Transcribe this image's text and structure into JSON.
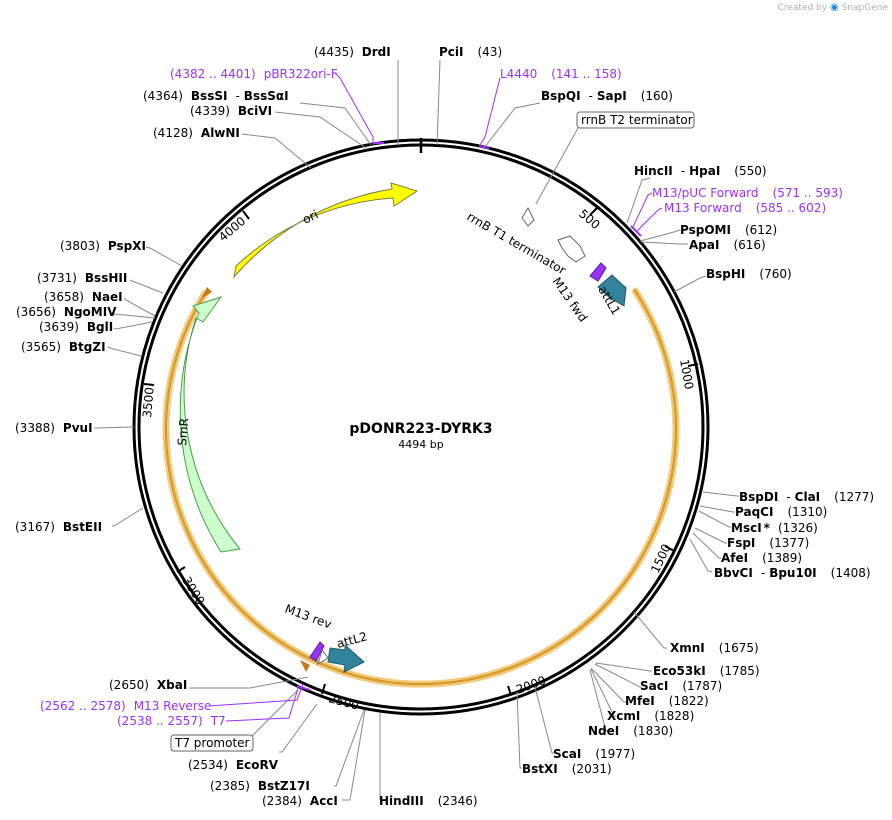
{
  "watermark": {
    "prefix": "Created by",
    "brand": "SnapGene"
  },
  "plasmid": {
    "name": "pDONR223-DYRK3",
    "size_label": "4494 bp",
    "length": 4494
  },
  "ticks": [
    "500",
    "1000",
    "1500",
    "2000",
    "2500",
    "3000",
    "3500",
    "4000"
  ],
  "colors": {
    "primer": "#9b30ff",
    "ori": "#ffff00",
    "smr": "#ccffcc",
    "att": "#31849b",
    "insert_halo": "#f5c97a",
    "insert_line": "#b8860b"
  },
  "features": {
    "ori": "ori",
    "smr": "SmR",
    "attL1": "attL1",
    "attL2": "attL2",
    "m13fwd": "M13 fwd",
    "m13rev": "M13 rev",
    "rrnbt1": "rrnB T1 terminator",
    "rrnbt2": "rrnB T2 terminator",
    "t7promoter": "T7 promoter"
  },
  "enzymes": [
    {
      "id": "drdi",
      "name": "DrdI",
      "pos": "(4435)"
    },
    {
      "id": "pcii",
      "name": "PciI",
      "pos": "(43)"
    },
    {
      "id": "bspqi",
      "name": "BspQI",
      "alt": "SapI",
      "pos": "(160)"
    },
    {
      "id": "bsssi",
      "name": "BssSI",
      "alt": "BssSαI",
      "pos": "(4364)"
    },
    {
      "id": "bcivi",
      "name": "BciVI",
      "pos": "(4339)"
    },
    {
      "id": "alwni",
      "name": "AlwNI",
      "pos": "(4128)"
    },
    {
      "id": "hincii",
      "name": "HincII",
      "alt": "HpaI",
      "pos": "(550)"
    },
    {
      "id": "pspomi",
      "name": "PspOMI",
      "pos": "(612)"
    },
    {
      "id": "apai",
      "name": "ApaI",
      "pos": "(616)"
    },
    {
      "id": "bsphi",
      "name": "BspHI",
      "pos": "(760)"
    },
    {
      "id": "pspxi",
      "name": "PspXI",
      "pos": "(3803)"
    },
    {
      "id": "bsshii",
      "name": "BssHII",
      "pos": "(3731)"
    },
    {
      "id": "naei",
      "name": "NaeI",
      "pos": "(3658)"
    },
    {
      "id": "ngomiv",
      "name": "NgoMIV",
      "pos": "(3656)"
    },
    {
      "id": "bgli",
      "name": "BglI",
      "pos": "(3639)"
    },
    {
      "id": "btgzi",
      "name": "BtgZI",
      "pos": "(3565)"
    },
    {
      "id": "pvui",
      "name": "PvuI",
      "pos": "(3388)"
    },
    {
      "id": "bsteii",
      "name": "BstEII",
      "pos": "(3167)"
    },
    {
      "id": "bspdi",
      "name": "BspDI",
      "alt": "ClaI",
      "pos": "(1277)"
    },
    {
      "id": "paqci",
      "name": "PaqCI",
      "pos": "(1310)"
    },
    {
      "id": "msci",
      "name": "MscI",
      "star": "*",
      "pos": "(1326)"
    },
    {
      "id": "fspi",
      "name": "FspI",
      "pos": "(1377)"
    },
    {
      "id": "afei",
      "name": "AfeI",
      "pos": "(1389)"
    },
    {
      "id": "bbvci",
      "name": "BbvCI",
      "alt": "Bpu10I",
      "pos": "(1408)"
    },
    {
      "id": "xmni",
      "name": "XmnI",
      "pos": "(1675)"
    },
    {
      "id": "eco53ki",
      "name": "Eco53kI",
      "pos": "(1785)"
    },
    {
      "id": "saci",
      "name": "SacI",
      "pos": "(1787)"
    },
    {
      "id": "mfei",
      "name": "MfeI",
      "pos": "(1822)"
    },
    {
      "id": "xcmi",
      "name": "XcmI",
      "pos": "(1828)"
    },
    {
      "id": "ndei",
      "name": "NdeI",
      "pos": "(1830)"
    },
    {
      "id": "scai",
      "name": "ScaI",
      "pos": "(1977)"
    },
    {
      "id": "bstxi",
      "name": "BstXI",
      "pos": "(2031)"
    },
    {
      "id": "xbai",
      "name": "XbaI",
      "pos": "(2650)"
    },
    {
      "id": "ecorv",
      "name": "EcoRV",
      "pos": "(2534)"
    },
    {
      "id": "bstz17i",
      "name": "BstZ17I",
      "pos": "(2385)"
    },
    {
      "id": "acci",
      "name": "AccI",
      "pos": "(2384)"
    },
    {
      "id": "hindiii",
      "name": "HindIII",
      "pos": "(2346)"
    }
  ],
  "primers": [
    {
      "id": "pbr322",
      "name": "pBR322ori-F",
      "range": "(4382 .. 4401)"
    },
    {
      "id": "l4440",
      "name": "L4440",
      "range": "(141 .. 158)"
    },
    {
      "id": "m13puc",
      "name": "M13/pUC Forward",
      "range": "(571 .. 593)"
    },
    {
      "id": "m13fwdp",
      "name": "M13 Forward",
      "range": "(585 .. 602)"
    },
    {
      "id": "m13revp",
      "name": "M13 Reverse",
      "range": "(2562 .. 2578)"
    },
    {
      "id": "t7",
      "name": "T7",
      "range": "(2538 .. 2557)"
    }
  ]
}
